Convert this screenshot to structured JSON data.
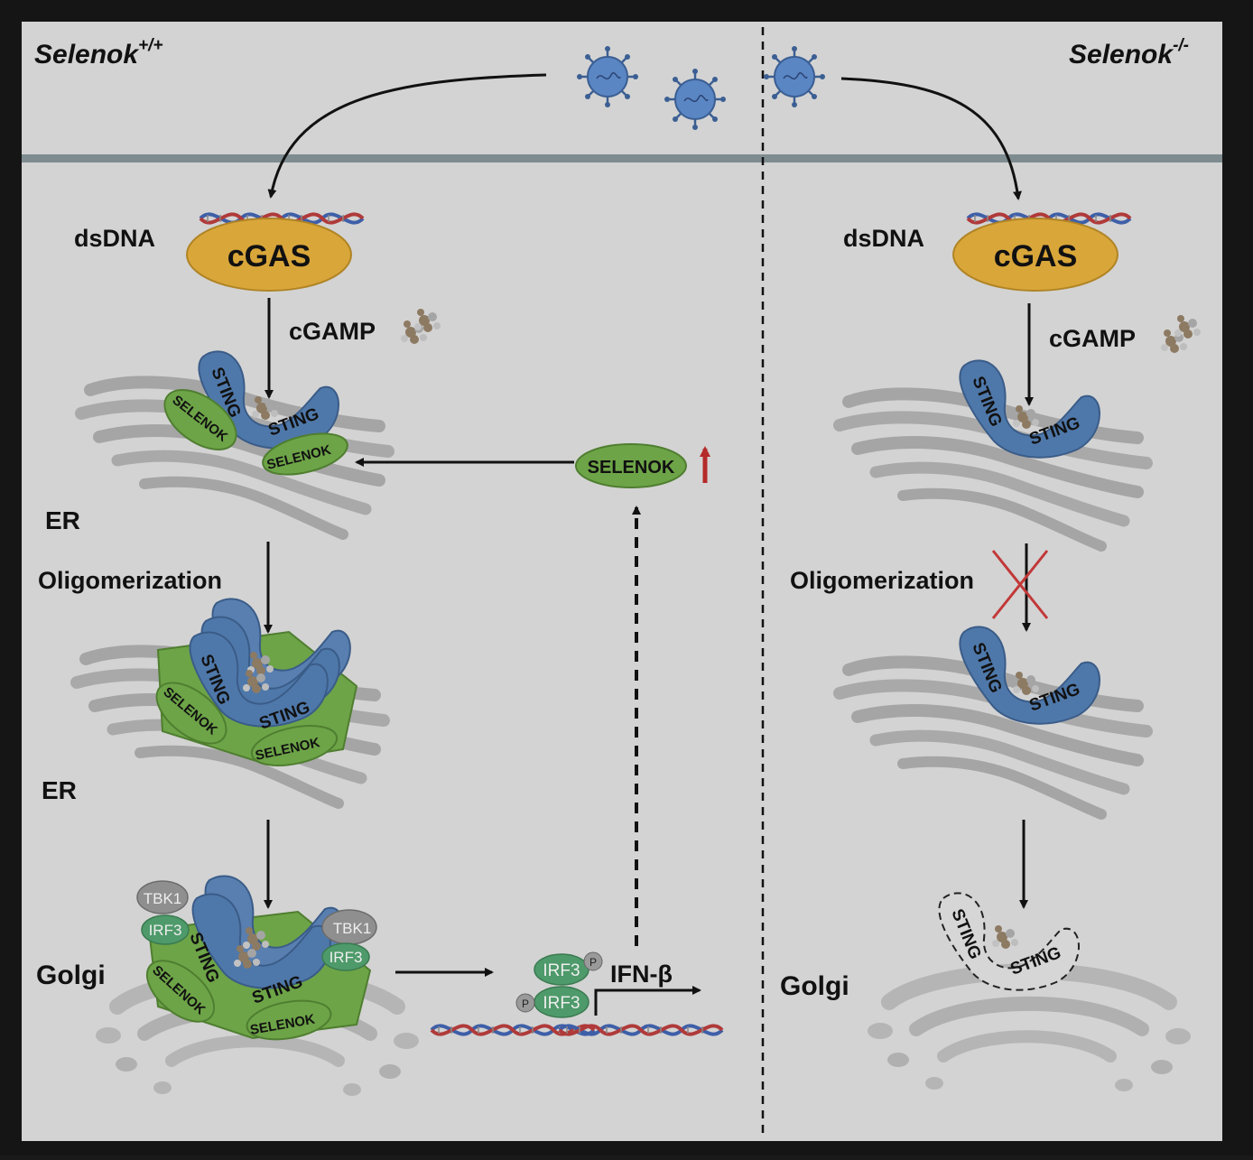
{
  "panels": {
    "left_title": "Selenok",
    "left_sup": "+/+",
    "right_title": "Selenok",
    "right_sup": "-/-"
  },
  "labels": {
    "dsDNA": "dsDNA",
    "cGAS": "cGAS",
    "cGAMP": "cGAMP",
    "STING": "STING",
    "SELENOK": "SELENOK",
    "ER": "ER",
    "Oligomerization": "Oligomerization",
    "Golgi": "Golgi",
    "TBK1": "TBK1",
    "IRF3": "IRF3",
    "P": "P",
    "IFN": "IFN-β"
  },
  "colors": {
    "background": "#d3d3d3",
    "frame": "#151515",
    "membrane": "#7e8c90",
    "cgas": "#d9a63a",
    "sting": "#4f78aa",
    "selenok": "#6da447",
    "irf3": "#4e9a6a",
    "tbk1": "#8f8f8f",
    "virus": "#5b86c4",
    "upregulation_arrow": "#b52a2a",
    "block_cross": "#c23838"
  },
  "icons": [
    "virus-icon",
    "dna-helix-icon",
    "er-membrane-icon",
    "golgi-icon",
    "cgamp-icon",
    "up-arrow-icon",
    "cross-icon"
  ]
}
